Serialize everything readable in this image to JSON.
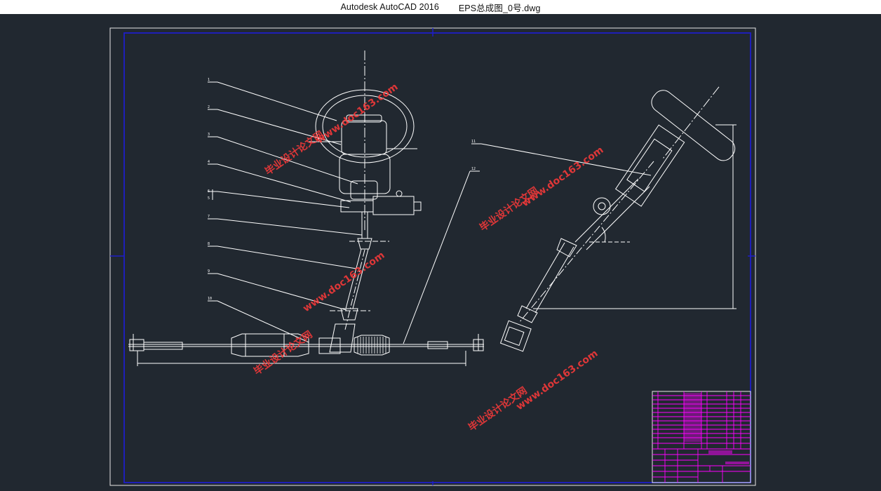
{
  "window": {
    "app_name": "Autodesk AutoCAD 2016",
    "file_name": "EPS总成图_0号.dwg"
  },
  "drawing": {
    "balloons": [
      "1",
      "2",
      "3",
      "4",
      "5",
      "6",
      "7",
      "8",
      "9",
      "10",
      "11",
      "12"
    ],
    "watermark": {
      "site": "www.doc163.com",
      "cn": "毕业设计论文网"
    }
  },
  "colors": {
    "background": "#212830",
    "outer_frame": "#e6e6e6",
    "inner_frame": "#1e1ec8",
    "lines": "#ffffff",
    "title_block": "#ff00ff",
    "watermark": "#ff3a3a"
  }
}
